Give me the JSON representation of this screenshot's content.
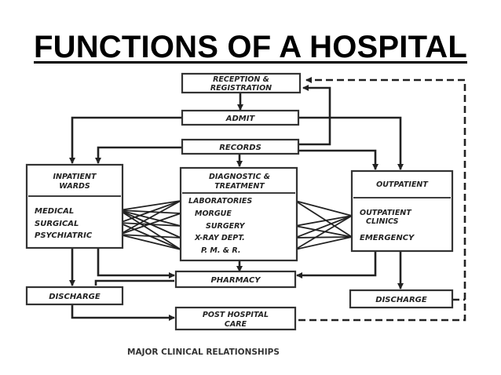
{
  "title": "FUNCTIONS OF A HOSPITAL",
  "diagram": {
    "reception": [
      "RECEPTION &",
      "REGISTRATION"
    ],
    "admit": "ADMIT",
    "records": "RECORDS",
    "inpatient": {
      "title": [
        "INPATIENT",
        "WARDS"
      ],
      "items": [
        "MEDICAL",
        "SURGICAL",
        "PSYCHIATRIC"
      ]
    },
    "diagnostic": {
      "title": [
        "DIAGNOSTIC &",
        "TREATMENT"
      ],
      "items": [
        "LABORATORIES",
        "MORGUE",
        "SURGERY",
        "X-RAY DEPT.",
        "P. M. & R."
      ]
    },
    "outpatient": {
      "title": "OUTPATIENT",
      "items": [
        "OUTPATIENT",
        "CLINICS",
        "EMERGENCY"
      ]
    },
    "pharmacy": "PHARMACY",
    "discharge_left": "DISCHARGE",
    "discharge_right": "DISCHARGE",
    "post_hospital": [
      "POST HOSPITAL",
      "CARE"
    ],
    "caption": "MAJOR CLINICAL RELATIONSHIPS"
  }
}
